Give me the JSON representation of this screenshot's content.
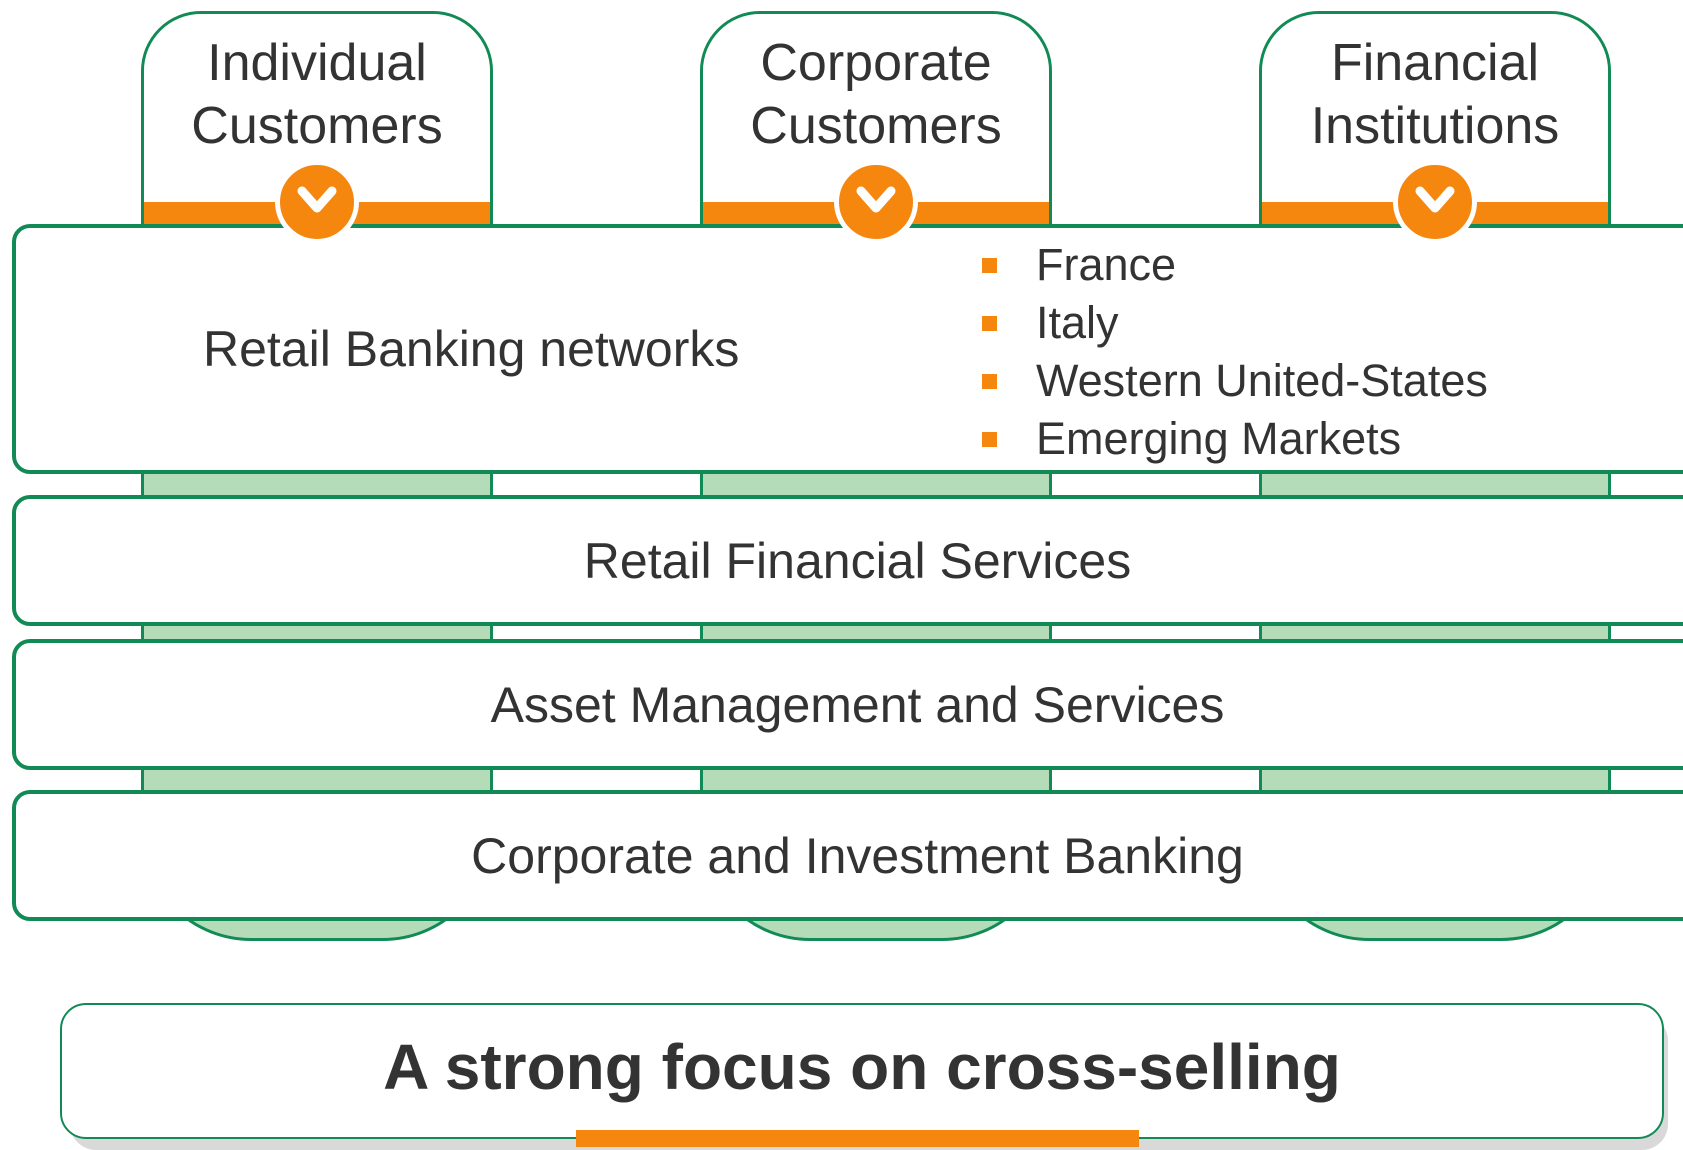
{
  "colors": {
    "green": "#128a55",
    "light_green": "#b4dcb9",
    "orange": "#f5870f",
    "text": "#333333"
  },
  "columns": [
    {
      "title": "Individual\nCustomers",
      "icon": "chevron-down-icon"
    },
    {
      "title": "Corporate\nCustomers",
      "icon": "chevron-down-icon"
    },
    {
      "title": "Financial\nInstitutions",
      "icon": "chevron-down-icon"
    }
  ],
  "bands": {
    "retail_banking": {
      "label": "Retail Banking networks",
      "markets": [
        "France",
        "Italy",
        "Western United-States",
        "Emerging Markets"
      ]
    },
    "retail_financial_services": {
      "label": "Retail Financial Services"
    },
    "asset_management": {
      "label": "Asset Management and Services"
    },
    "corporate_investment": {
      "label": "Corporate and Investment Banking"
    }
  },
  "footer": {
    "text": "A strong focus on cross-selling"
  }
}
